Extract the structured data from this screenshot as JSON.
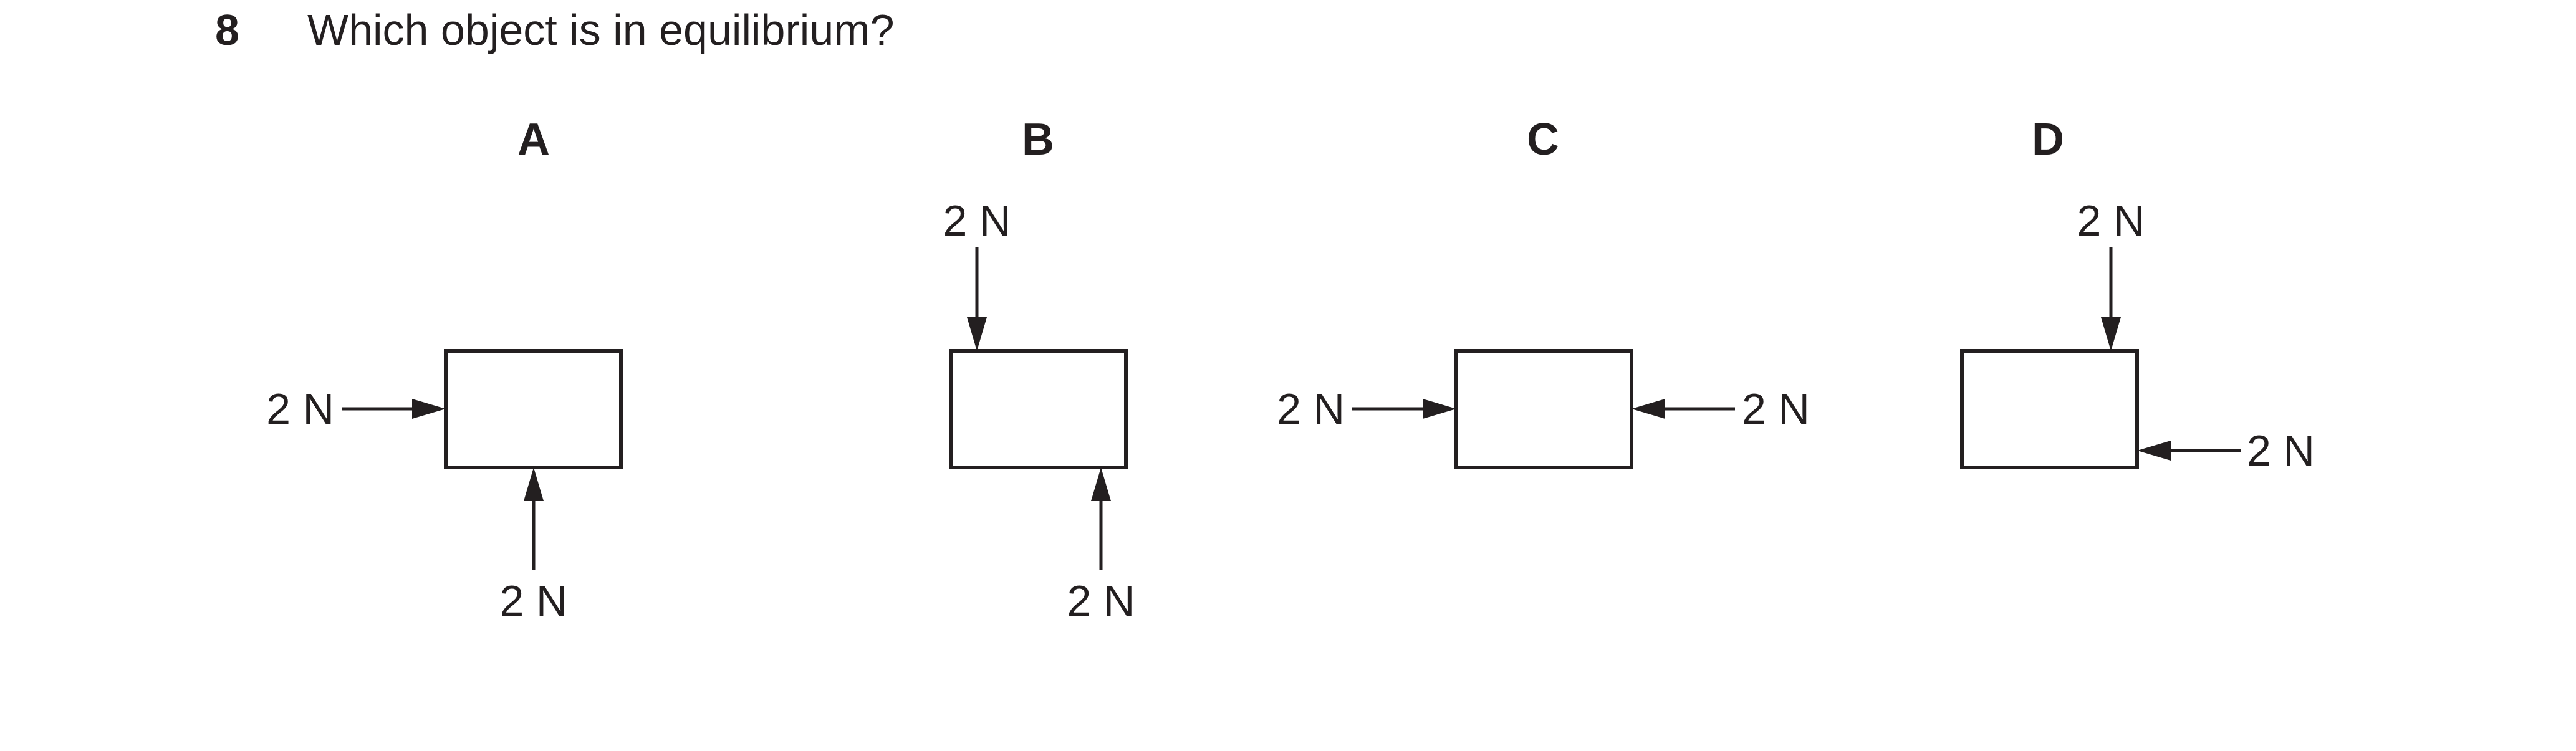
{
  "question": {
    "number": "8",
    "text": "Which object is in equilibrium?"
  },
  "options": [
    {
      "letter": "A",
      "forces": [
        {
          "label": "2 N",
          "direction": "right",
          "side": "left"
        },
        {
          "label": "2 N",
          "direction": "up",
          "side": "bottom"
        }
      ]
    },
    {
      "letter": "B",
      "forces": [
        {
          "label": "2 N",
          "direction": "down",
          "side": "top"
        },
        {
          "label": "2 N",
          "direction": "up",
          "side": "bottom"
        }
      ]
    },
    {
      "letter": "C",
      "forces": [
        {
          "label": "2 N",
          "direction": "right",
          "side": "left"
        },
        {
          "label": "2 N",
          "direction": "left",
          "side": "right"
        }
      ]
    },
    {
      "letter": "D",
      "forces": [
        {
          "label": "2 N",
          "direction": "down",
          "side": "top"
        },
        {
          "label": "2 N",
          "direction": "left",
          "side": "right"
        }
      ]
    }
  ],
  "colors": {
    "ink": "#231f20",
    "background": "#ffffff"
  }
}
